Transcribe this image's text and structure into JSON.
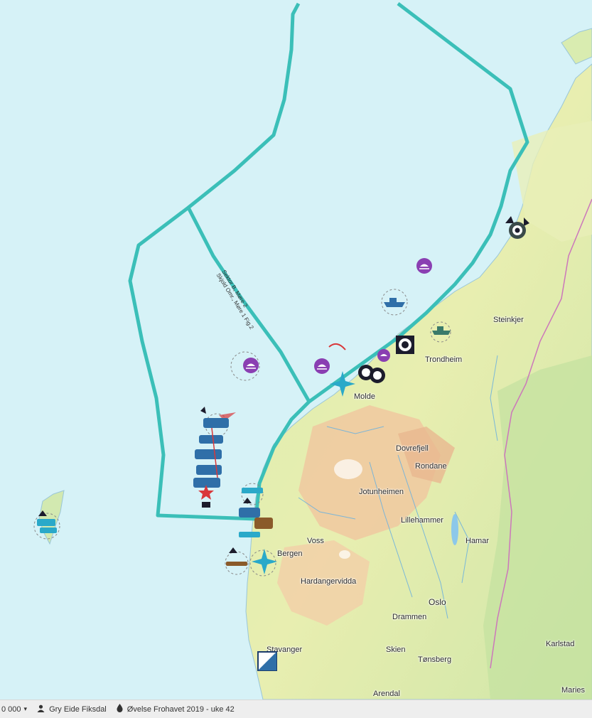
{
  "map": {
    "place_labels": {
      "steinkjer": "Steinkjer",
      "trondheim": "Trondheim",
      "molde": "Molde",
      "dovrefjell": "Dovrefjell",
      "rondane": "Rondane",
      "jotunheimen": "Jotunheimen",
      "lillehammer": "Lillehammer",
      "hamar": "Hamar",
      "voss": "Voss",
      "bergen": "Bergen",
      "hardangervidda": "Hardangervidda",
      "oslo": "Oslo",
      "drammen": "Drammen",
      "stavanger": "Stavanger",
      "skien": "Skien",
      "tonsberg": "Tønsberg",
      "karlstad": "Karlstad",
      "arendal": "Arendal",
      "mariestad": "Maries"
    },
    "zone_label_line1": "Sektor B, Møre 2",
    "zone_label_line2": "Skjold Omr., Møre 1 Fig.2",
    "colors": {
      "sea": "#d6f2f7",
      "zone_boundary": "#3bbfb8",
      "border": "#cc77bb",
      "marker_ship": "#2f6fa8",
      "marker_purple": "#8a3fb2",
      "marker_red": "#d9383a"
    }
  },
  "statusbar": {
    "scale_value": "0 000",
    "scale_dropdown_icon": "caret-down-icon",
    "user_icon": "person-icon",
    "user_name": "Gry Eide Fiksdal",
    "exercise_icon": "drop-icon",
    "exercise_name": "Øvelse Frohavet 2019 - uke 42"
  }
}
